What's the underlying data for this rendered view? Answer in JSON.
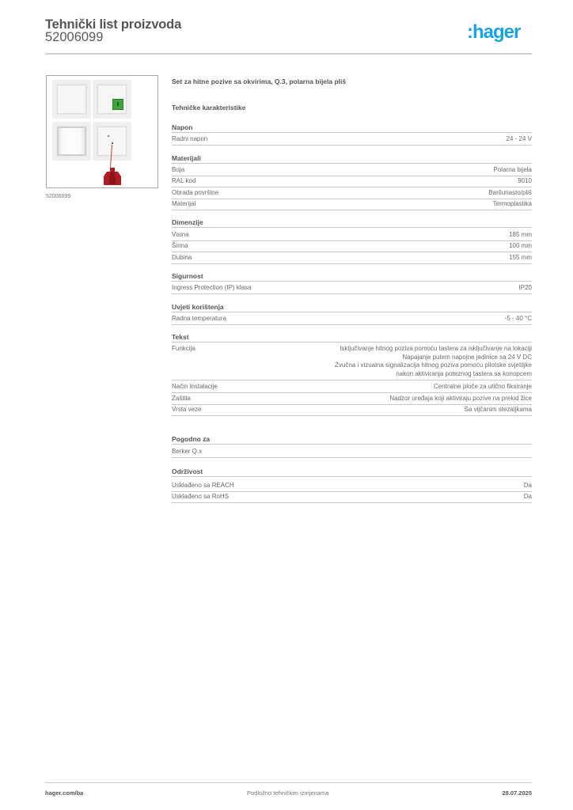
{
  "header": {
    "title": "Tehnički list proizvoda",
    "product_code": "52006099",
    "logo_text": ":hager",
    "logo_color": "#19a3e0"
  },
  "image": {
    "caption": "52006099",
    "accent_green": "#3fa53f",
    "accent_red": "#b01c24"
  },
  "product": {
    "name": "Set za hitne pozive sa okvirima, Q.3, polarna bijela pliš",
    "section_title": "Tehničke karakteristike"
  },
  "groups": {
    "napon": {
      "title": "Napon",
      "rows": [
        {
          "label": "Radni napon",
          "value": "24 - 24 V"
        }
      ]
    },
    "materijali": {
      "title": "Materijali",
      "rows": [
        {
          "label": "Boja",
          "value": "Polarna bijela"
        },
        {
          "label": "RAL kod",
          "value": "9010"
        },
        {
          "label": "Obrada površine",
          "value": "Baršunasto/pliš"
        },
        {
          "label": "Materijal",
          "value": "Termoplastika"
        }
      ]
    },
    "dimenzije": {
      "title": "Dimenzije",
      "rows": [
        {
          "label": "Visina",
          "value": "185 mm"
        },
        {
          "label": "Širina",
          "value": "100 mm"
        },
        {
          "label": "Dubina",
          "value": "155 mm"
        }
      ]
    },
    "sigurnost": {
      "title": "Sigurnost",
      "rows": [
        {
          "label": "Ingress Protection (IP) klasa",
          "value": "IP20"
        }
      ]
    },
    "uvjeti": {
      "title": "Uvjeti korištenja",
      "rows": [
        {
          "label": "Radna temperatura",
          "value": "-5 - 40 °C"
        }
      ]
    },
    "tekst": {
      "title": "Tekst",
      "rows": [
        {
          "label": "Funkcija",
          "value_lines": [
            "Isključivanje hitnog poziva pomoću tastera za isključivanje na lokaciji",
            "Napajanje putem napojne jedinice sa 24 V DC",
            "Zvučna i vizualna signalizacija hitnog poziva pomoću pilotske svjetiljke",
            "nakon aktiviranja poteznog tastera sa konopcem"
          ]
        },
        {
          "label": "Način instalacije",
          "value": "Centralne ploče za utično fiksiranje"
        },
        {
          "label": "Zaštita",
          "value": "Nadzor uređaja koji aktiviraju pozive na prekid žice"
        },
        {
          "label": "Vrsta veze",
          "value": "Sa vijčanim stezaljkama"
        }
      ]
    },
    "pogodno": {
      "title": "Pogodno za",
      "rows": [
        {
          "label": "Berker Q.x",
          "value": ""
        }
      ]
    },
    "odrzivost": {
      "title": "Održivost",
      "rows": [
        {
          "label": "Usklađeno sa REACH",
          "value": "Da"
        },
        {
          "label": "Usklađeno sa RoHS",
          "value": "Da"
        }
      ]
    }
  },
  "footer": {
    "website": "hager.com/ba",
    "notice": "Podložno tehničkim izmjenama",
    "date": "28.07.2025"
  }
}
